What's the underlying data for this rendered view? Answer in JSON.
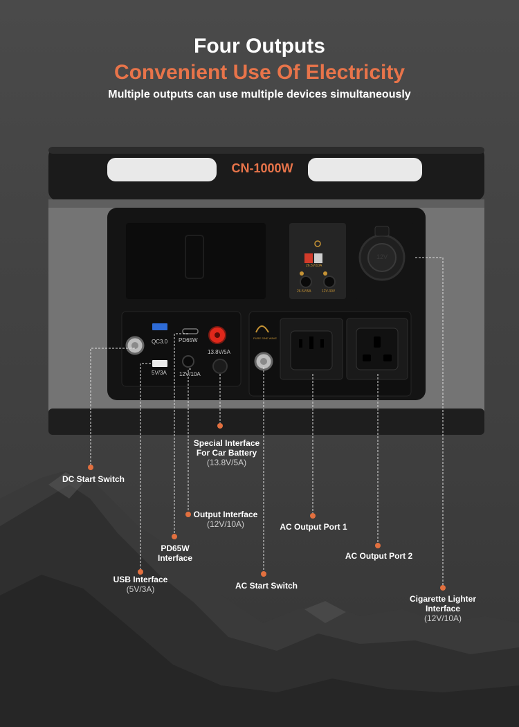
{
  "header": {
    "title": "Four Outputs",
    "subtitle": "Convenient Use Of Electricity",
    "tagline": "Multiple outputs can use multiple devices simultaneously"
  },
  "device": {
    "model": "CN-1000W",
    "usb_qc": "QC3.0",
    "usb_5v": "5V/3A",
    "pd_port": "PD65W",
    "dc_port": "12V/10A",
    "car_port": "13.8V/5A",
    "anderson_top": "26.5V/10A",
    "anderson_left": "26.5V/5A",
    "anderson_right": "12V-30V",
    "sine_wave": "PURE SINE WAVE",
    "cig_cap": "12V"
  },
  "labels": {
    "dc_start": "DC Start Switch",
    "special_title_1": "Special Interface",
    "special_title_2": "For Car Battery",
    "special_value": "(13.8V/5A)",
    "output_title": "Output Interface",
    "output_value": "(12V/10A)",
    "pd_title_1": "PD65W",
    "pd_title_2": "Interface",
    "usb_title": "USB Interface",
    "usb_value": "(5V/3A)",
    "ac_start": "AC Start Switch",
    "ac_port1": "AC Output Port 1",
    "ac_port2": "AC Output Port 2",
    "cig_title_1": "Cigarette Lighter",
    "cig_title_2": "Interface",
    "cig_value": "(12V/10A)"
  },
  "colors": {
    "accent": "#e8744a",
    "dot": "#e2703f",
    "body_gray": "#707070",
    "panel_black": "#141414"
  }
}
